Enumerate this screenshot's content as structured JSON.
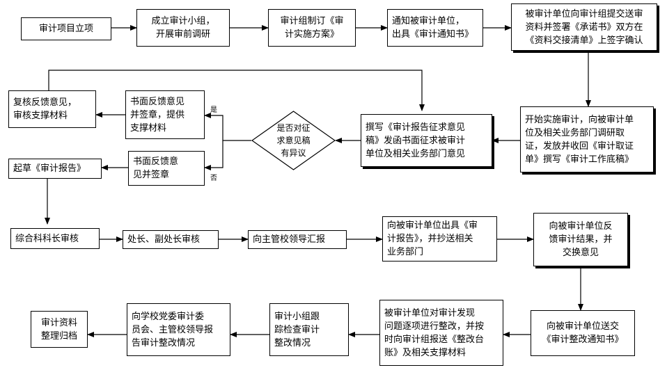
{
  "nodes": {
    "n1": "审计项目立项",
    "n2": "成立审计小组，\n开展审前调研",
    "n3": "审计组制订《审\n计实施方案》",
    "n4": "通知被审计单位，\n出具《审计通知书》",
    "n5": "被审计单位向审计组提交送审\n资料并签署《承诺书》双方在\n《资料交接清单》上签字确认",
    "n6": "开始实施审计，向被审计单\n位及相关业务部门调研取\n证，发放并收回《审计取证\n单》撰写《审计工作底稿》",
    "n7": "撰写《审计报告征求意见\n稿》发函书面征求被审计\n单位及相关业务部门意见",
    "n8": "是否对征\n求意见稿\n有异议",
    "n9": "书面反馈意见\n并签章，提供\n支撑材料",
    "n10": "复核反馈意见，\n审核支撑材料",
    "n11": "书面反馈意\n见并签章",
    "n12": "起草《审计报告》",
    "n13": "综合科科长审核",
    "n14": "处长、副处长审核",
    "n15": "向主管校领导汇报",
    "n16": "向被审计单位出具《审\n计报告》，并抄送相关\n业务部门",
    "n17": "向被审计单位反\n馈审计结果，并\n交换意见",
    "n18": "向被审计单位送交\n《审计整改通知书》",
    "n19": "被审计单位对审计发现\n问题逐项进行整改，并按\n时向审计组报送《整改台\n账》及相关支撑材料",
    "n20": "审计小组跟\n踪检查审计\n整改情况",
    "n21": "向学校党委审计委\n员会、主管校领导报\n告审计整改情况",
    "n22": "审计资料\n整理归档"
  },
  "labels": {
    "yes": "是",
    "no": "否"
  }
}
